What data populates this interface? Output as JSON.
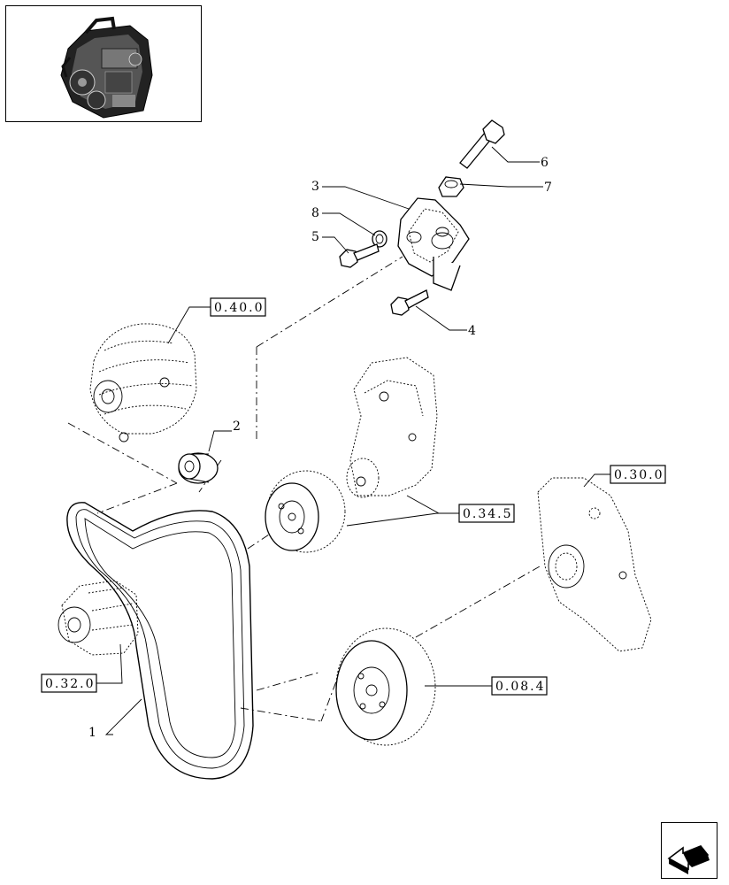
{
  "diagram": {
    "callouts": {
      "c1": "1",
      "c2": "2",
      "c3": "3",
      "c4": "4",
      "c5": "5",
      "c6": "6",
      "c7": "7",
      "c8": "8"
    },
    "references": {
      "alternator": "0.40.0",
      "timing_cover": "0.30.0",
      "fan_bracket": "0.34.5",
      "water_pump": "0.32.0",
      "crank_pulley": "0.08.4"
    }
  },
  "icons": {
    "engine_thumbnail": "engine-thumbnail-icon",
    "next_page": "next-page-arrow-icon"
  }
}
